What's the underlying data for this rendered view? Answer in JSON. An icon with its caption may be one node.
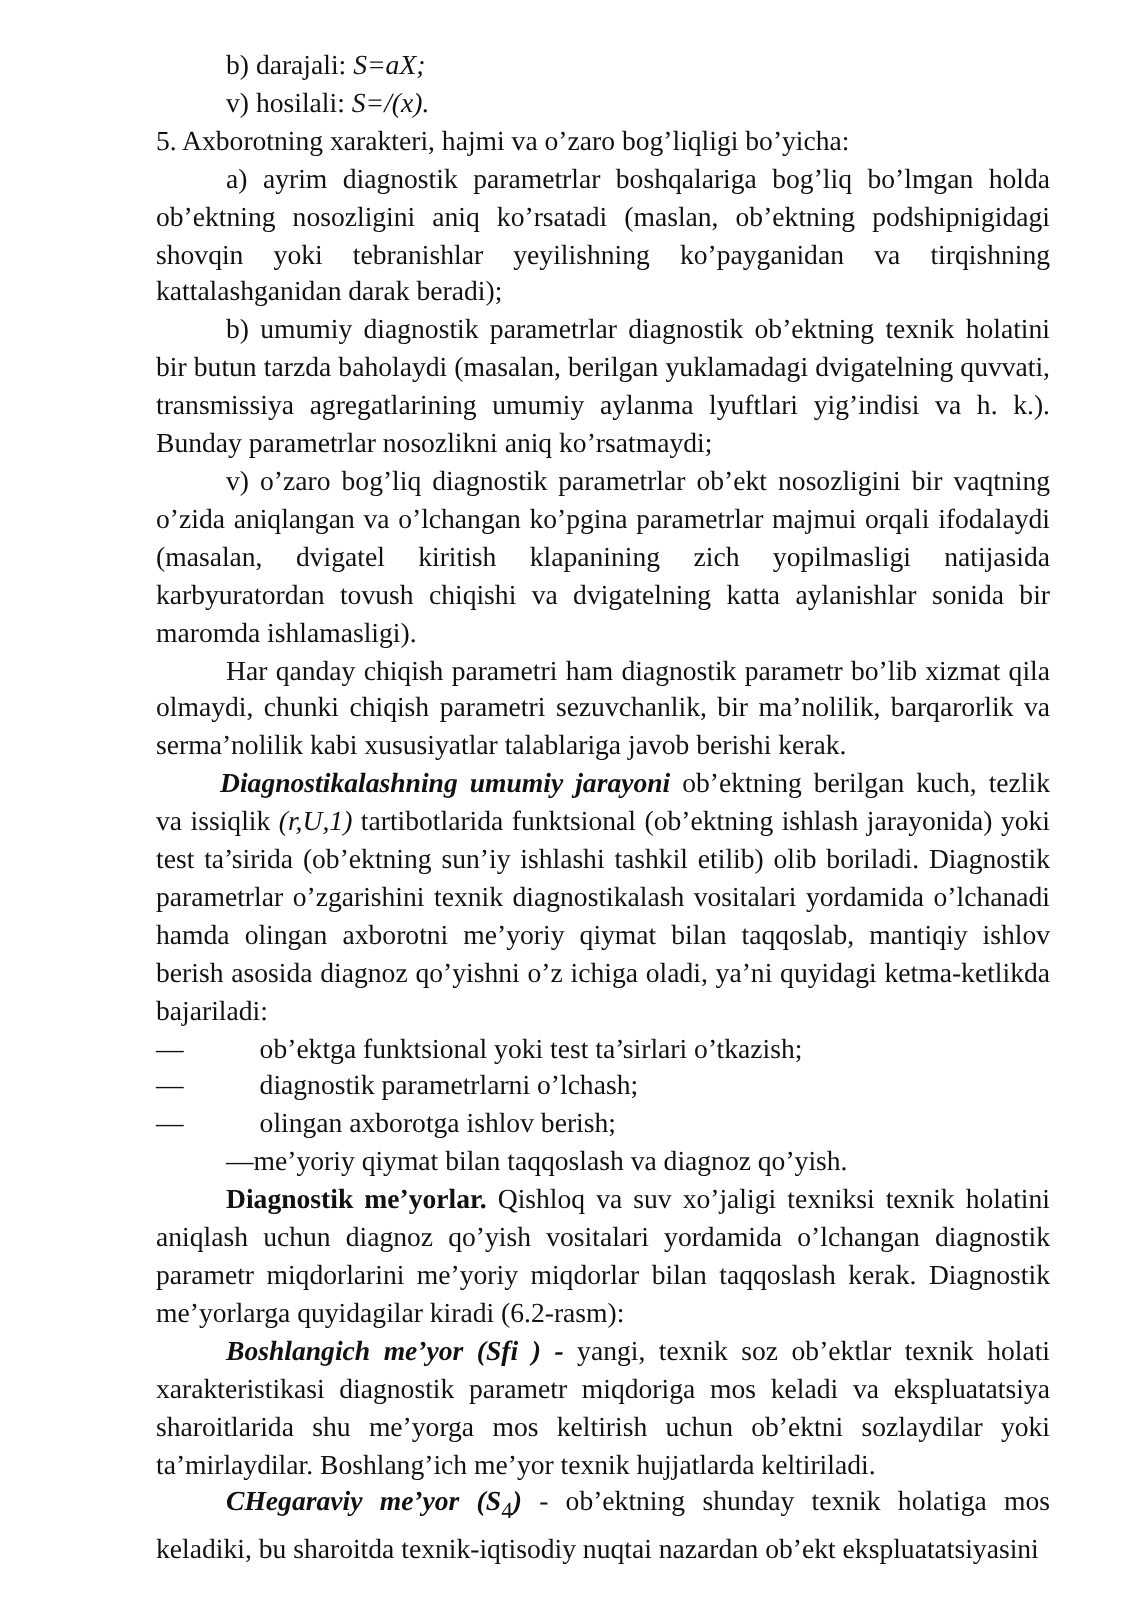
{
  "diagram": {
    "labels": [
      "b) darajali: *S=aX;*",
      "v) hosilali: *S=/(x).*",
      "5. Axborotning xarakteri, hajmi va o’zaro bog’liqligi bo’yicha:",
      "a) ayrim diagnostik parametrlar boshqalariga bog’liq bo’lmgan holda ob’ektning nosozligini aniq ko’rsatadi (maslan, ob’ektning podshipnigidagi shovqin yoki tebranishlar yeyilishning ko’payganidan va tirqishning kattalashganidan darak beradi);",
      "b) umumiy diagnostik parametrlar diagnostik ob’ektning texnik holatini bir butun tarzda baholaydi (masalan, berilgan yuklamadagi dvigatelning quvvati, transmissiya agregatlarining umumiy aylanma lyuftlari yig’indisi va h. k.). Bunday parametrlar nosozlikni aniq ko’rsatmaydi;",
      "v) o’zaro bog’liq diagnostik parametrlar ob’ekt nosozligini bir vaqtning o’zida aniqlangan va o’lchangan ko’pgina parametrlar majmui orqali ifodalaydi (masalan, dvigatel kiritish klapanining zich yopilmasligi natijasida karbyuratordan tovush chiqishi va dvigatelning katta aylanishlar sonida bir maromda ishlamasligi).",
      "Har qanday chiqish parametri ham diagnostik parametr bo’lib xizmat qila olmaydi, chunki chiqish parametri sezuvchanlik, bir ma’nolilik, barqarorlik va serma’nolilik kabi xususiyatlar talablariga javob berishi kerak.",
      "**Diagnostikalashning umumiy jarayoni** ob’ektning berilgan kuch, tezlik va issiqlik *(r,U,1)* tartibotlarida funktsional (ob’ektning ishlash jarayonida) yoki test ta’sirida (ob’ektning sun’iy ishlashi tashkil etilib) olib boriladi. Diagnostik parametrlar o’zgarishini texnik diagnostikalash vositalari yordamida o’lchanadi hamda olingan axborotni me’yoriy qiymat bilan taqqoslab, mantiqiy ishlov berish asosida diagnoz qo’yishni o’z ichiga oladi, ya’ni quyidagi ketma-ketlikda bajariladi:",
      "— ob’ektga funktsional yoki test ta’sirlari o’tkazish;",
      "— diagnostik parametrlarni o’lchash;",
      "— olingan axborotga ishlov berish;",
      "—me’yoriy qiymat bilan taqqoslash va diagnoz qo’yish.",
      "**Diagnostik me’yorlar.** Qishloq va suv xo’jaligi texniksi texnik holatini aniqlash uchun diagnoz qo’yish vositalari yordamida o’lchangan diagnostik parametr miqdorlarini me’yoriy miqdorlar bilan taqqoslash kerak. Diagnostik me’yorlarga quyidagilar kiradi (6.2-rasm):",
      "**Boshlangich me’yor (Sfi ) -** yangi, texnik soz ob’ektlar texnik holati xarakteristikasi diagnostik parametr miqdoriga mos keladi va ekspluatatsiya sharoitlarida shu me’yorga mos keltirish uchun ob’ektni sozlaydilar yoki ta’mirlaydilar. Boshlang’ich me’yor texnik hujjatlarda keltiriladi.",
      "**CHegaraviy me’yor (S**$_{4}$**)** - ob’ektning shunday texnik holatiga mos keladiki, bu sharoitda texnik-iqtisodiy nuqtai nazardan ob’ekt ekspluatatsiyasini"
    ]
  }
}
